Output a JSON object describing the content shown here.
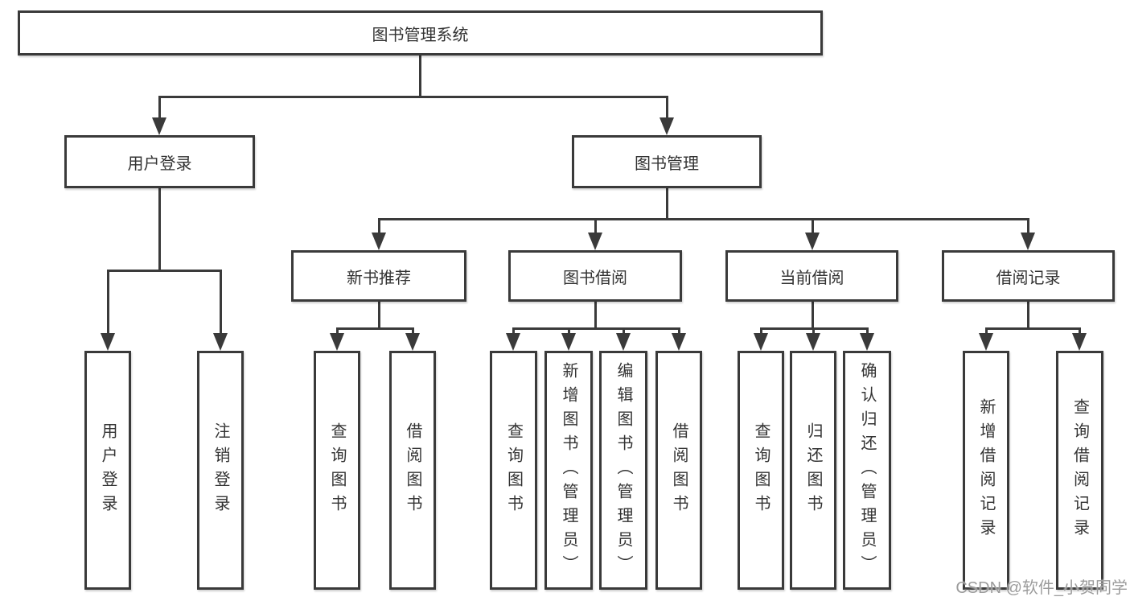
{
  "tree": {
    "label": "图书管理系统",
    "children": [
      {
        "label": "用户登录",
        "children": [
          {
            "label": "用户登录"
          },
          {
            "label": "注销登录"
          }
        ]
      },
      {
        "label": "图书管理",
        "children": [
          {
            "label": "新书推荐",
            "children": [
              {
                "label": "查询图书"
              },
              {
                "label": "借阅图书"
              }
            ]
          },
          {
            "label": "图书借阅",
            "children": [
              {
                "label": "查询图书"
              },
              {
                "label": "新增图书（管理员）"
              },
              {
                "label": "编辑图书（管理员）"
              },
              {
                "label": "借阅图书"
              }
            ]
          },
          {
            "label": "当前借阅",
            "children": [
              {
                "label": "查询图书"
              },
              {
                "label": "归还图书"
              },
              {
                "label": "确认归还（管理员）"
              }
            ]
          },
          {
            "label": "借阅记录",
            "children": [
              {
                "label": "新增借阅记录"
              },
              {
                "label": "查询借阅记录"
              }
            ]
          }
        ]
      }
    ]
  },
  "watermark": {
    "text": "CSDN @软件_小贺同学"
  },
  "colors": {
    "line": "#3a3a3a",
    "text": "#333333",
    "background": "#ffffff",
    "watermark": "#9c9c9c"
  }
}
